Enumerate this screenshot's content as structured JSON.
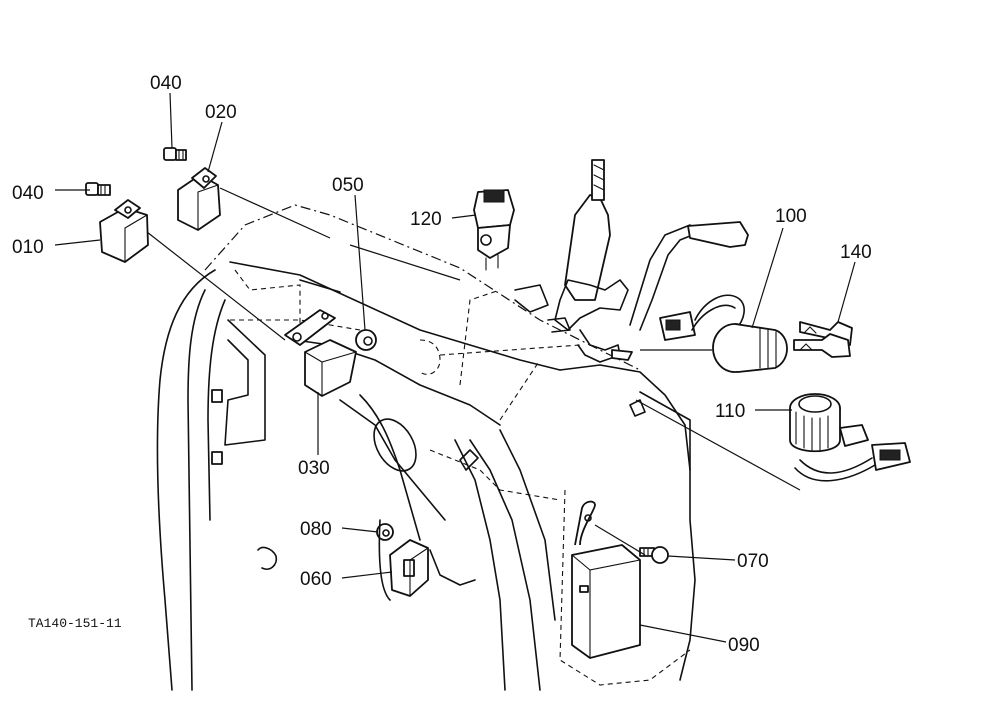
{
  "diagram_code": "TA140-151-11",
  "callouts": [
    {
      "id": "c040a",
      "text": "040"
    },
    {
      "id": "c020",
      "text": "020"
    },
    {
      "id": "c040b",
      "text": "040"
    },
    {
      "id": "c010",
      "text": "010"
    },
    {
      "id": "c050",
      "text": "050"
    },
    {
      "id": "c120",
      "text": "120"
    },
    {
      "id": "c100",
      "text": "100"
    },
    {
      "id": "c140",
      "text": "140"
    },
    {
      "id": "c110",
      "text": "110"
    },
    {
      "id": "c030",
      "text": "030"
    },
    {
      "id": "c080",
      "text": "080"
    },
    {
      "id": "c060",
      "text": "060"
    },
    {
      "id": "c070",
      "text": "070"
    },
    {
      "id": "c090",
      "text": "090"
    }
  ],
  "colors": {
    "ink": "#111111",
    "paper": "#ffffff"
  }
}
